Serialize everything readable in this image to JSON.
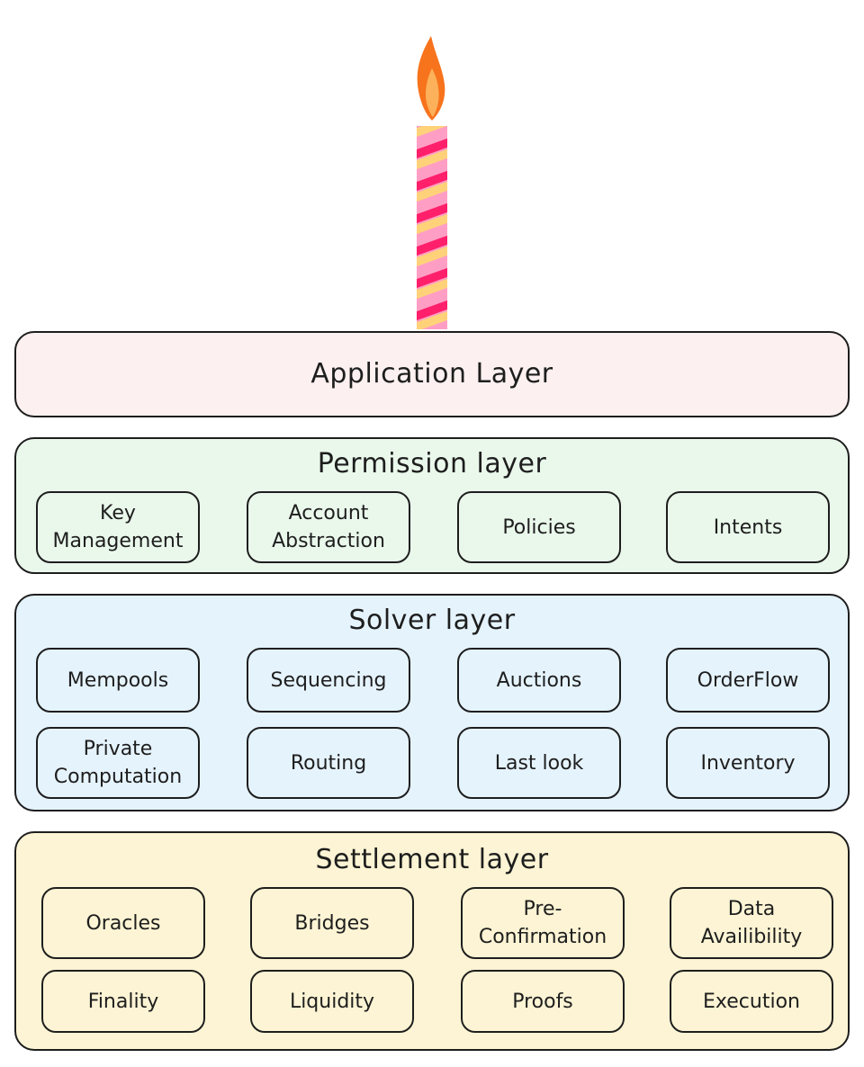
{
  "layers": {
    "application": {
      "title": "Application Layer"
    },
    "permission": {
      "title": "Permission layer",
      "items": [
        "Key\nManagement",
        "Account\nAbstraction",
        "Policies",
        "Intents"
      ]
    },
    "solver": {
      "title": "Solver layer",
      "items": [
        "Mempools",
        "Sequencing",
        "Auctions",
        "OrderFlow",
        "Private\nComputation",
        "Routing",
        "Last look",
        "Inventory"
      ]
    },
    "settlement": {
      "title": "Settlement layer",
      "items": [
        "Oracles",
        "Bridges",
        "Pre-\nConfirmation",
        "Data\nAvailibility",
        "Finality",
        "Liquidity",
        "Proofs",
        "Execution"
      ]
    }
  },
  "colors": {
    "application_fill": "#fcf1f0",
    "permission_fill": "#eaf8ec",
    "solver_fill": "#e5f3fd",
    "settlement_fill": "#fcf4d4",
    "candle_stripe_red": "#ff1f6a",
    "candle_stripe_pink": "#ff9ec4",
    "candle_stripe_yellow": "#ffd27a",
    "flame_orange": "#f7731c",
    "flame_light": "#fcb15a"
  },
  "decoration": {
    "candle_icon": "birthday-candle-icon",
    "flame_icon": "flame-icon"
  }
}
